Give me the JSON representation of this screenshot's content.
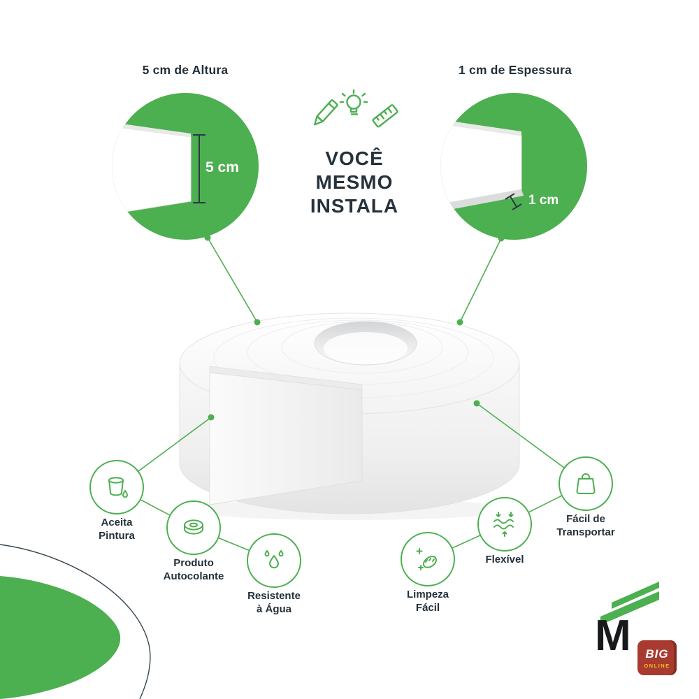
{
  "colors": {
    "accent_green": "#4caf50",
    "text_dark": "#233039",
    "measure_mark_dark": "#2c3940",
    "badge_red": "#a93a30",
    "badge_gold": "#f0c419"
  },
  "callout_height": {
    "title": "5 cm de Altura",
    "measure_label": "5 cm"
  },
  "callout_thickness": {
    "title": "1 cm de Espessura",
    "measure_label": "1 cm"
  },
  "center": {
    "title": "VOCÊ\nMESMO\nINSTALA",
    "icons": [
      "crayon",
      "lightbulb",
      "ruler"
    ]
  },
  "features": [
    {
      "id": "aceita-pintura",
      "label": "Aceita\nPintura",
      "icon": "paint-bucket"
    },
    {
      "id": "produto-autocolante",
      "label": "Produto\nAutocolante",
      "icon": "adhesive-roll"
    },
    {
      "id": "resistente-agua",
      "label": "Resistente\nà Água",
      "icon": "water-drops"
    },
    {
      "id": "limpeza-facil",
      "label": "Limpeza\nFácil",
      "icon": "cleaning-sponge"
    },
    {
      "id": "flexivel",
      "label": "Flexível",
      "icon": "flex-arrows"
    },
    {
      "id": "facil-transportar",
      "label": "Fácil de\nTransportar",
      "icon": "shopping-bag"
    }
  ],
  "logo": {
    "brand_letter": "M",
    "badge_line1": "BIG",
    "badge_line2": "ONLINE"
  }
}
